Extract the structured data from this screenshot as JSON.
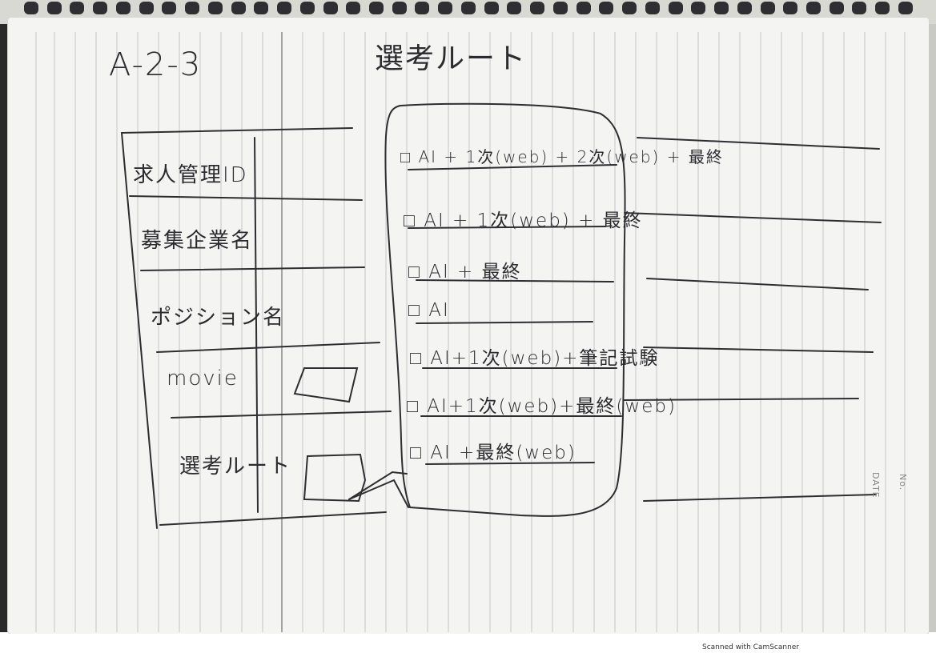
{
  "page_id": "A-2-3",
  "heading": "選考ルート",
  "form_fields": [
    {
      "label": "求人管理ID"
    },
    {
      "label": "募集企業名"
    },
    {
      "label": "ポジション名"
    },
    {
      "label": "movie"
    },
    {
      "label": "選考ルート"
    }
  ],
  "route_options": [
    "AI + 1次(web) + 2次(web) + 最終",
    "AI + 1次(web) + 最終",
    "AI + 最終",
    "AI",
    "AI+1次(web)+筆記試験",
    "AI+1次(web)+最終(web)",
    "AI +最終(web)"
  ],
  "checkbox_glyph": "□",
  "notebook": {
    "no_label": "No.",
    "date_label": "DATE"
  },
  "footer": {
    "scanner_note": "Scanned with CamScanner"
  },
  "colors": {
    "paper": "#f4f4f2",
    "ink": "#2a2a2e",
    "rule": "#bfc3c6"
  }
}
